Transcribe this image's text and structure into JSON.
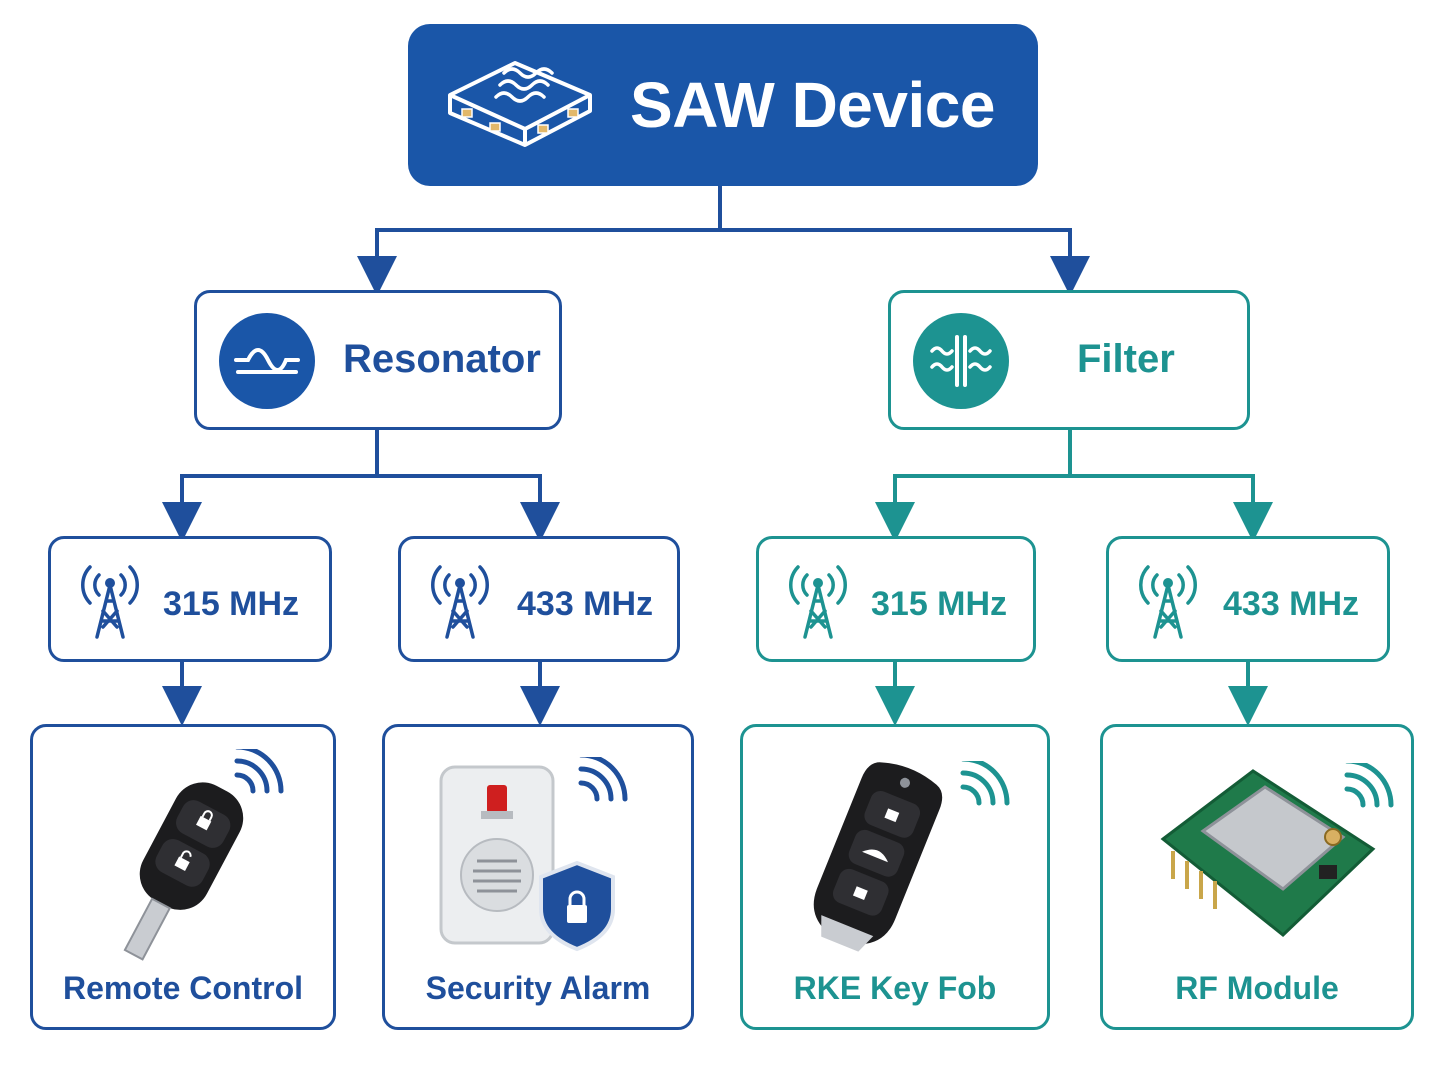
{
  "root": {
    "title": "SAW Device",
    "icon": "saw-chip-icon"
  },
  "branches": [
    {
      "label": "Resonator",
      "icon": "sine-wave-icon",
      "color": "#1f4f9c",
      "frequencies": [
        {
          "label": "315 MHz",
          "icon": "antenna-tower-icon",
          "application": "Remote Control",
          "app_icon": "car-key-remote-icon"
        },
        {
          "label": "433 MHz",
          "icon": "antenna-tower-icon",
          "application": "Security Alarm",
          "app_icon": "alarm-shield-icon"
        }
      ]
    },
    {
      "label": "Filter",
      "icon": "filter-wave-icon",
      "color": "#1d9391",
      "frequencies": [
        {
          "label": "315 MHz",
          "icon": "antenna-tower-icon",
          "application": "RKE Key Fob",
          "app_icon": "key-fob-icon"
        },
        {
          "label": "433 MHz",
          "icon": "antenna-tower-icon",
          "application": "RF Module",
          "app_icon": "rf-module-board-icon"
        }
      ]
    }
  ]
}
